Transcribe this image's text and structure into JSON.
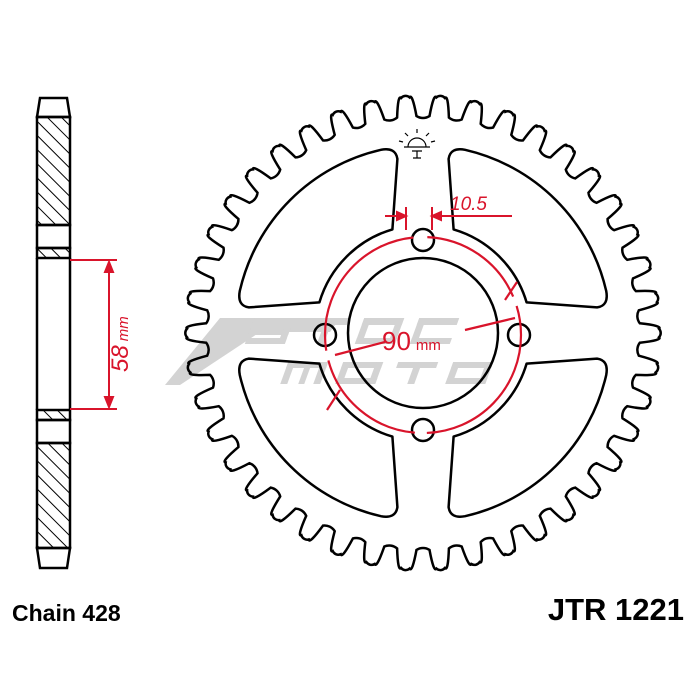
{
  "title": "Rear sprocket drawing",
  "chain_label": "Chain 428",
  "part_number": "JTR 1221",
  "dimensions": {
    "bolt_circle_value": "90",
    "bolt_circle_unit": "mm",
    "hole_size": "10.5",
    "width_value": "58",
    "width_unit": "mm"
  },
  "sprocket": {
    "teeth": 42,
    "bolt_holes": 4
  },
  "watermark": "ZSTOCK MOTO",
  "colors": {
    "line": "#000000",
    "dimension": "#d9142b",
    "watermark": "#c8c8c8"
  }
}
